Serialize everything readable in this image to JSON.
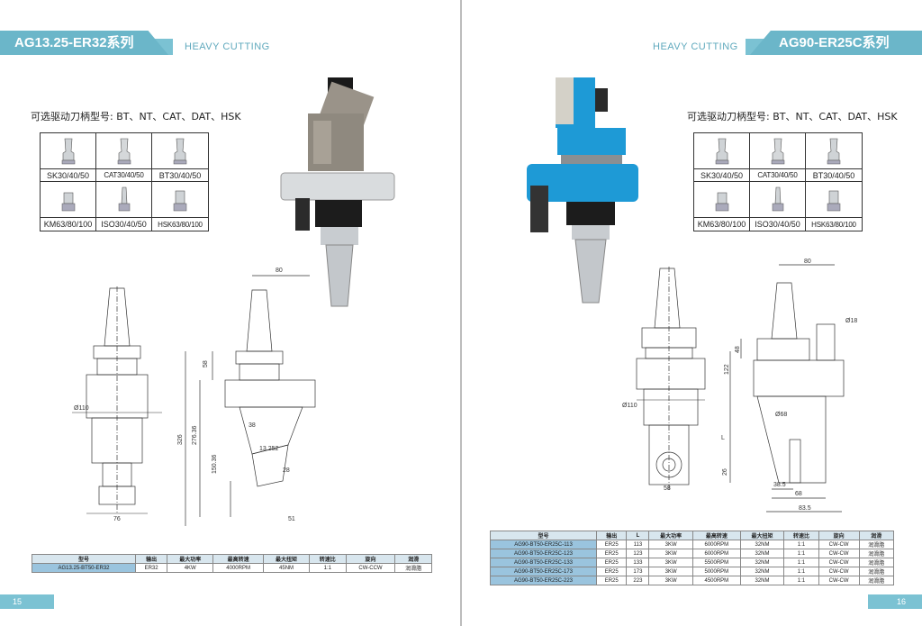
{
  "left": {
    "title": "AG13.25-ER32系列",
    "subtitle": "HEAVY CUTTING",
    "shank_title": "可选驱动刀柄型号: BT、NT、CAT、DAT、HSK",
    "shanks": [
      {
        "icon": "bt-shank-icon",
        "label": "SK30/40/50"
      },
      {
        "icon": "cat-shank-icon",
        "label": "CAT30/40/50"
      },
      {
        "icon": "bt-shank-icon",
        "label": "BT30/40/50"
      },
      {
        "icon": "km-shank-icon",
        "label": "KM63/80/100"
      },
      {
        "icon": "iso-shank-icon",
        "label": "ISO30/40/50"
      },
      {
        "icon": "hsk-shank-icon",
        "label": "HSK63/80/100"
      }
    ],
    "dims": {
      "d80": "80",
      "d58": "58",
      "d27636": "276.36",
      "d326": "326",
      "d15036": "150.36",
      "d38": "38",
      "d13252": "13.252",
      "d28": "28",
      "d51": "51",
      "d110": "Ø110",
      "d76": "76"
    },
    "table": {
      "headers": [
        "型号",
        "输出",
        "最大功率",
        "最高转速",
        "最大扭矩",
        "转速比",
        "旋向",
        "润滑"
      ],
      "rows": [
        [
          "AG13.25-BT50-ER32",
          "ER32",
          "4KW",
          "4000RPM",
          "45NM",
          "1:1",
          "CW-CCW",
          "润滑脂"
        ]
      ]
    },
    "page_number": "15"
  },
  "right": {
    "title": "AG90-ER25C系列",
    "subtitle": "HEAVY CUTTING",
    "shank_title": "可选驱动刀柄型号: BT、NT、CAT、DAT、HSK",
    "shanks": [
      {
        "icon": "bt-shank-icon",
        "label": "SK30/40/50"
      },
      {
        "icon": "cat-shank-icon",
        "label": "CAT30/40/50"
      },
      {
        "icon": "bt-shank-icon",
        "label": "BT30/40/50"
      },
      {
        "icon": "km-shank-icon",
        "label": "KM63/80/100"
      },
      {
        "icon": "iso-shank-icon",
        "label": "ISO30/40/50"
      },
      {
        "icon": "hsk-shank-icon",
        "label": "HSK63/80/100"
      }
    ],
    "dims": {
      "d80": "80",
      "d18": "Ø18",
      "d48": "48",
      "d122": "122",
      "d110": "Ø110",
      "d68a": "Ø68",
      "dL": "L",
      "d26": "26",
      "d58": "58",
      "d385": "38.5",
      "d68": "68",
      "d835": "83.5"
    },
    "table": {
      "headers": [
        "型号",
        "输出",
        "L",
        "最大功率",
        "最高转速",
        "最大扭矩",
        "转速比",
        "旋向",
        "润滑"
      ],
      "rows": [
        [
          "AG90-BT50-ER25C-113",
          "ER25",
          "113",
          "3KW",
          "6000RPM",
          "32NM",
          "1:1",
          "CW-CW",
          "润滑脂"
        ],
        [
          "AG90-BT50-ER25C-123",
          "ER25",
          "123",
          "3KW",
          "6000RPM",
          "32NM",
          "1:1",
          "CW-CW",
          "润滑脂"
        ],
        [
          "AG90-BT50-ER25C-133",
          "ER25",
          "133",
          "3KW",
          "5500RPM",
          "32NM",
          "1:1",
          "CW-CW",
          "润滑脂"
        ],
        [
          "AG90-BT50-ER25C-173",
          "ER25",
          "173",
          "3KW",
          "5000RPM",
          "32NM",
          "1:1",
          "CW-CW",
          "润滑脂"
        ],
        [
          "AG90-BT50-ER25C-223",
          "ER25",
          "223",
          "3KW",
          "4500RPM",
          "32NM",
          "1:1",
          "CW-CW",
          "润滑脂"
        ]
      ]
    },
    "page_number": "16"
  },
  "colors": {
    "header_band": "#7bc2d3",
    "header_tab": "#6bb6c9",
    "model_cell": "#9ac4de",
    "housing_blue": "#1e9ad6",
    "housing_grey": "#8c8c8c"
  }
}
